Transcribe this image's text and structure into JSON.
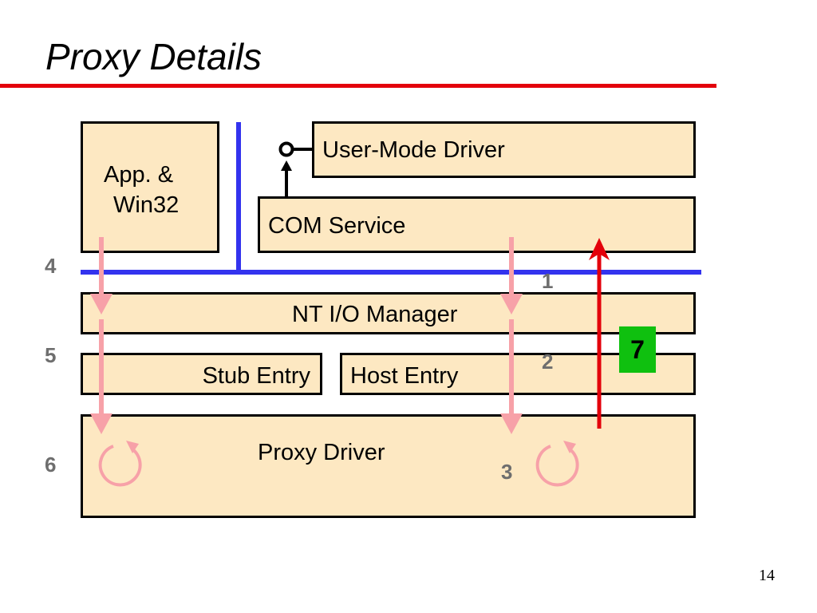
{
  "slide": {
    "title": "Proxy Details",
    "page_number": "14"
  },
  "boxes": {
    "app_win32": {
      "line1": "App. &",
      "line2": "Win32"
    },
    "user_mode_driver": "User-Mode Driver",
    "com_service": "COM Service",
    "nt_io_manager": "NT I/O Manager",
    "stub_entry": "Stub Entry",
    "host_entry": "Host Entry",
    "proxy_driver": "Proxy Driver"
  },
  "step_labels": {
    "s1": "1",
    "s2": "2",
    "s3": "3",
    "s4": "4",
    "s5": "5",
    "s6": "6",
    "s7": "7"
  },
  "colors": {
    "title_rule": "#e3000b",
    "box_fill": "#fde8c2",
    "mode_boundary": "#3333ee",
    "flow_arrows": "#f7a1a8",
    "return_arrow": "#e3000b",
    "step7_badge": "#0fc00f",
    "step_numbers": "#6e6e6e"
  }
}
